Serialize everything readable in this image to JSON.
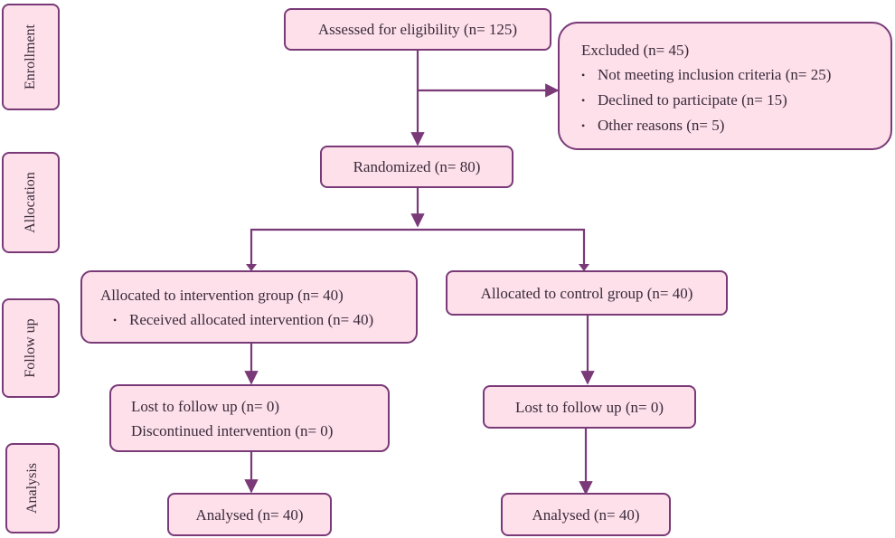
{
  "stages": {
    "enrollment": "Enrollment",
    "allocation": "Allocation",
    "follow_up": "Follow up",
    "analysis": "Analysis"
  },
  "assessed": "Assessed for eligibility (n= 125)",
  "excluded": {
    "title": "Excluded (n= 45)",
    "bullet": "•",
    "items": [
      "Not meeting inclusion criteria (n= 25)",
      "Declined to participate (n= 15)",
      "Other reasons (n= 5)"
    ]
  },
  "randomized": "Randomized (n= 80)",
  "intervention": {
    "allocated": "Allocated to intervention group (n= 40)",
    "received": "Received allocated intervention (n= 40)",
    "lost": "Lost to follow up (n= 0)",
    "discontinued": "Discontinued intervention (n= 0)",
    "analysed": "Analysed (n= 40)"
  },
  "control": {
    "allocated": "Allocated to control group (n= 40)",
    "lost": "Lost to follow up (n= 0)",
    "analysed": "Analysed (n= 40)"
  },
  "colors": {
    "fill": "#fde0ea",
    "stroke": "#7a3a78",
    "text": "#3a2a3a"
  }
}
